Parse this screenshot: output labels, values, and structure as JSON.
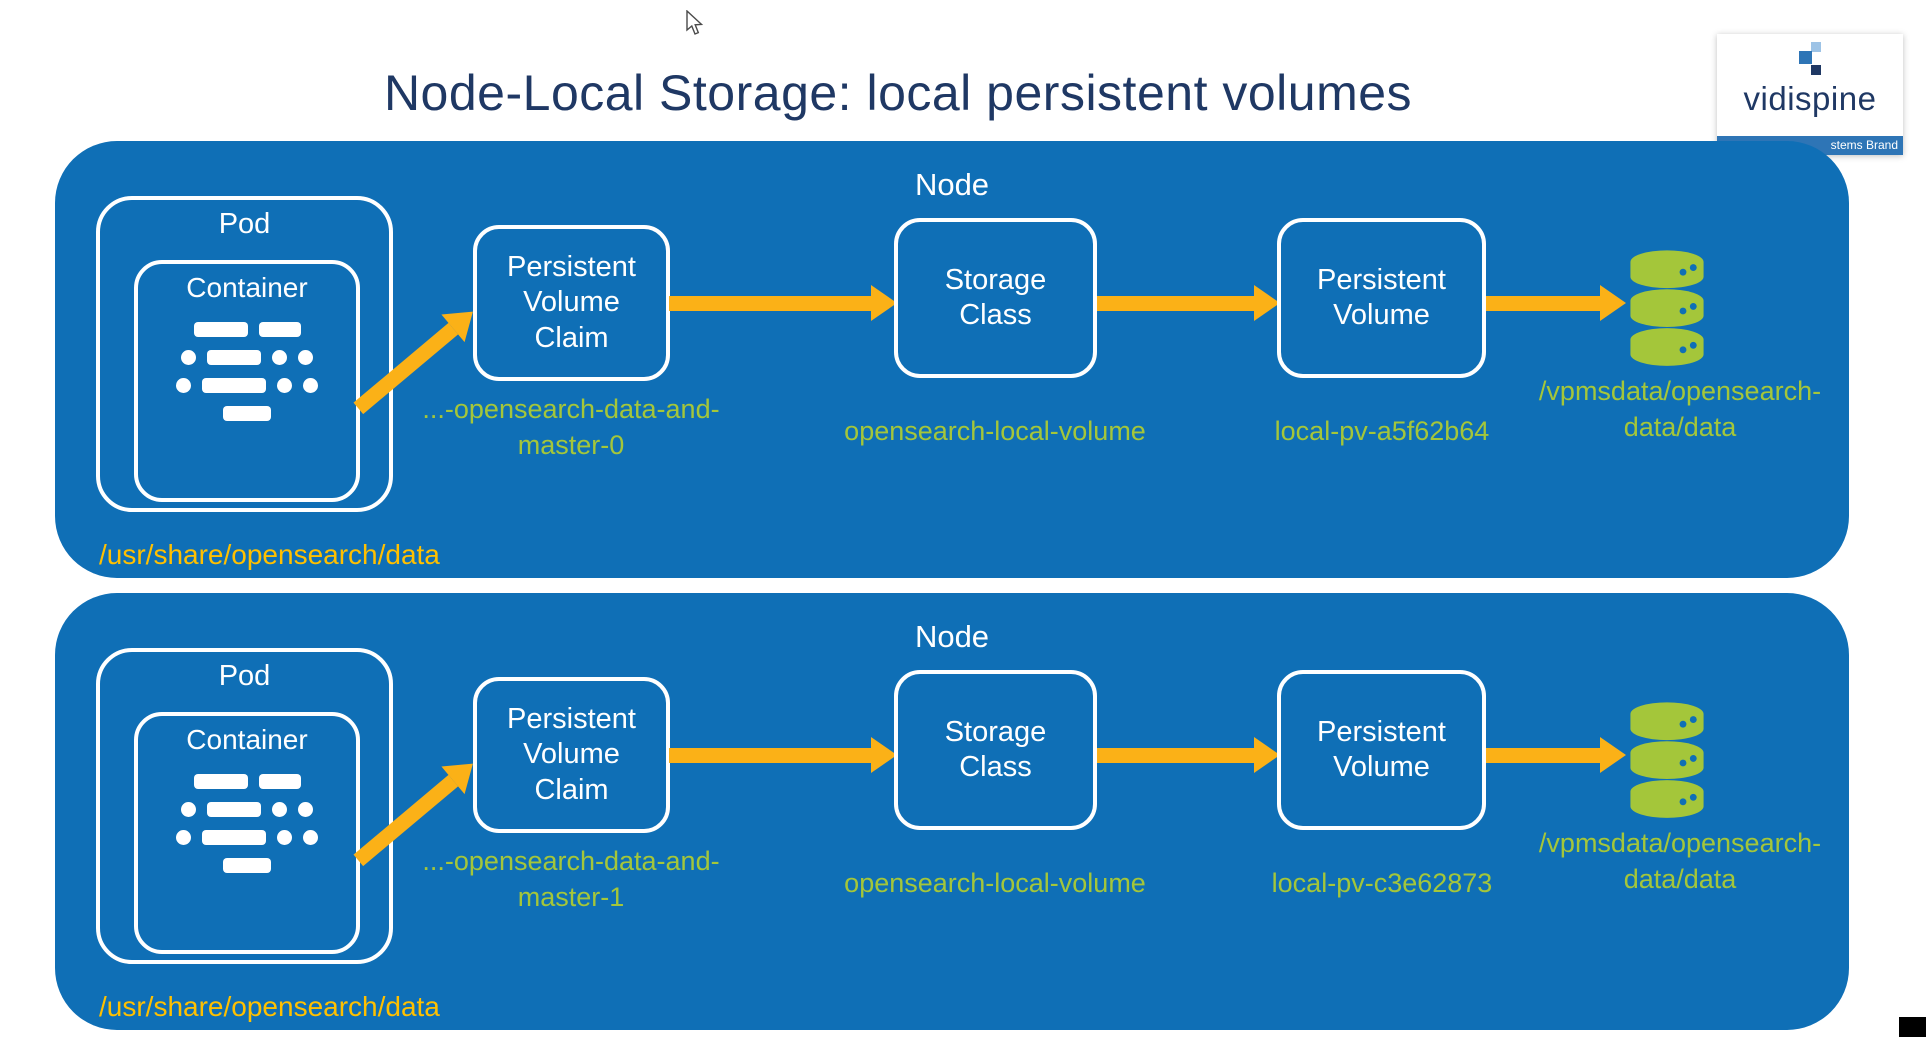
{
  "title": "Node-Local Storage: local persistent volumes",
  "logo": {
    "brand": "vidispine",
    "tagline": "stems Brand"
  },
  "labels": {
    "node": "Node",
    "pod": "Pod",
    "container": "Container",
    "pvc": "Persistent Volume Claim",
    "storage_class": "Storage Class",
    "pv": "Persistent Volume"
  },
  "nodes": [
    {
      "pvc_name": "...-opensearch-data-and-master-0",
      "storage_class_name": "opensearch-local-volume",
      "pv_name": "local-pv-a5f62b64",
      "pv_path": "/vpmsdata/opensearch-data/data",
      "mount_path": "/usr/share/opensearch/data"
    },
    {
      "pvc_name": "...-opensearch-data-and-master-1",
      "storage_class_name": "opensearch-local-volume",
      "pv_name": "local-pv-c3e62873",
      "pv_path": "/vpmsdata/opensearch-data/data",
      "mount_path": "/usr/share/opensearch/data"
    }
  ],
  "colors": {
    "node_bg": "#0f6fb6",
    "accent_green": "#a4c63a",
    "accent_orange": "#ffc000",
    "arrow_color": "#fbb117",
    "title_color": "#1f3864",
    "strip_blue": "#2e75b6",
    "brand_navy": "#1f3864"
  }
}
